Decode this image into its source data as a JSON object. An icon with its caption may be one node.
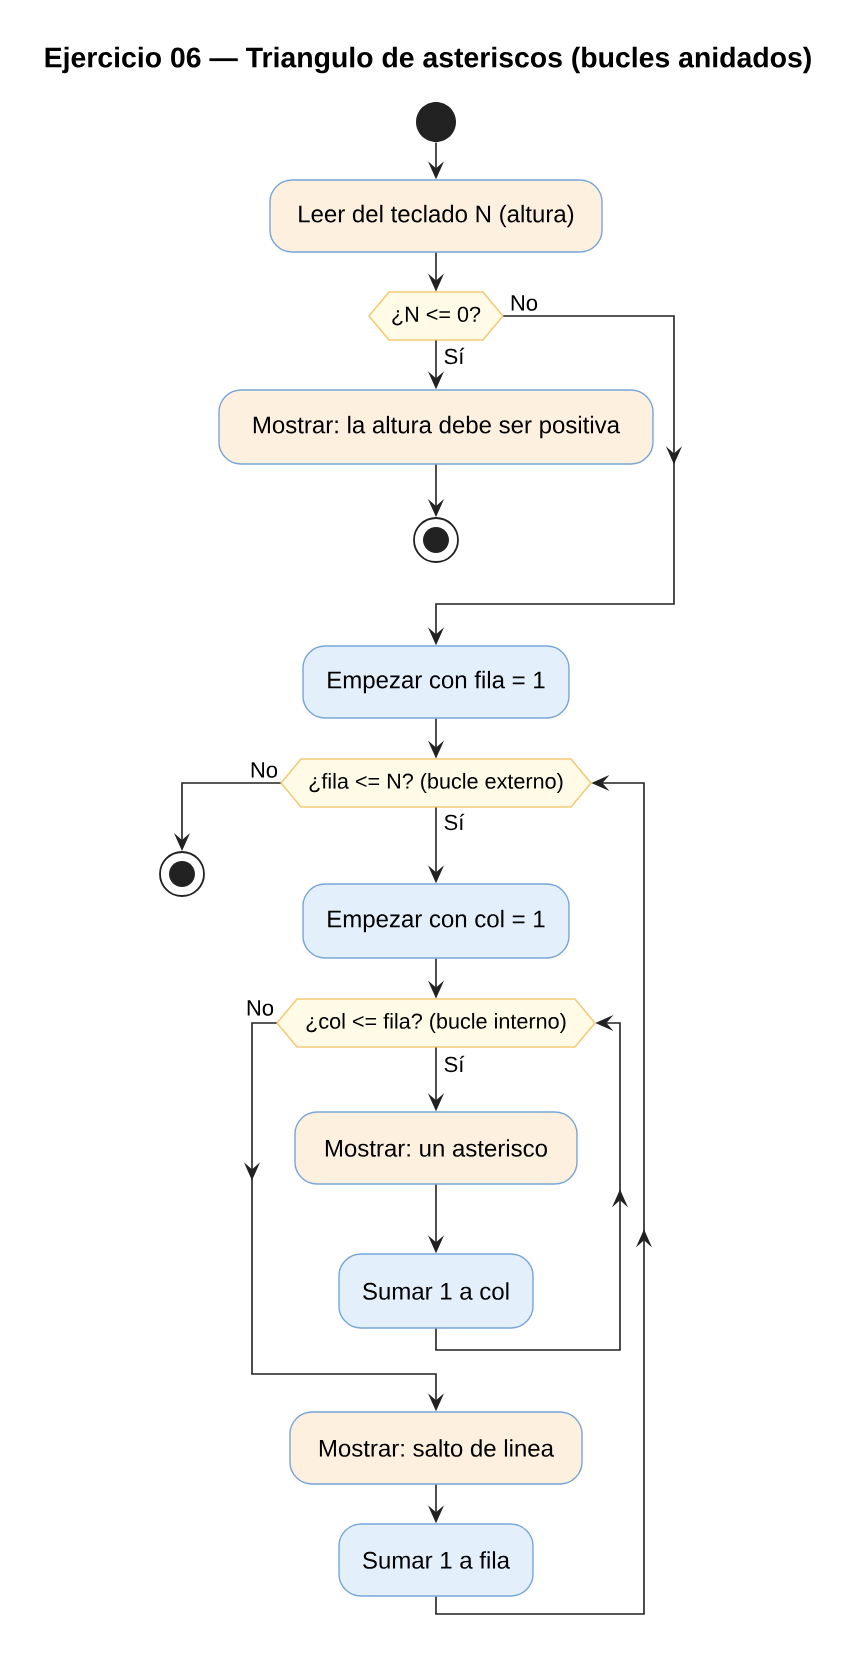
{
  "diagram": {
    "title": "Ejercicio 06 — Triangulo de asteriscos (bucles anidados)",
    "nodes": [
      {
        "text": [],
        "shape": "circle"
      },
      {
        "text": [
          "Leer del teclado N (altura)"
        ]
      },
      {
        "text": [
          "¿N <= 0?"
        ]
      },
      {
        "text": [
          "Mostrar: la altura debe ser positiva"
        ]
      },
      {
        "text": [],
        "shape": "circle"
      },
      {
        "text": [
          "Empezar con fila = 1"
        ]
      },
      {
        "text": [
          "¿fila <= N? (bucle externo)"
        ]
      },
      {
        "text": [],
        "shape": "circle"
      },
      {
        "text": [
          "Empezar con col = 1"
        ]
      },
      {
        "text": [
          "¿col <= fila? (bucle interno)"
        ]
      },
      {
        "text": [
          "Mostrar: un asterisco"
        ]
      },
      {
        "text": [
          "Sumar 1 a col"
        ]
      },
      {
        "text": [
          "Mostrar: salto de linea"
        ]
      },
      {
        "text": [
          "Sumar 1 a fila"
        ]
      }
    ],
    "edges": [
      {
        "from": 0,
        "to": 1,
        "arrow": "to"
      },
      {
        "from": 1,
        "to": 2,
        "arrow": "to"
      },
      {
        "from": 2,
        "to": 3,
        "arrow": "to",
        "label": "Sí"
      },
      {
        "from": 3,
        "to": 4,
        "arrow": "to"
      },
      {
        "from": 2,
        "to": 5,
        "arrow": "to",
        "label": "No"
      },
      {
        "from": 5,
        "to": 6,
        "arrow": "to"
      },
      {
        "from": 6,
        "to": 7,
        "arrow": "to",
        "label": "No"
      },
      {
        "from": 6,
        "to": 8,
        "arrow": "to",
        "label": "Sí"
      },
      {
        "from": 8,
        "to": 9,
        "arrow": "to"
      },
      {
        "from": 9,
        "to": 10,
        "arrow": "to",
        "label": "Sí"
      },
      {
        "from": 10,
        "to": 11,
        "arrow": "to"
      },
      {
        "from": 11,
        "to": 9,
        "arrow": "to"
      },
      {
        "from": 9,
        "to": 12,
        "arrow": "to",
        "label": "No"
      },
      {
        "from": 12,
        "to": 13,
        "arrow": "to"
      },
      {
        "from": 13,
        "to": 6,
        "arrow": "to"
      }
    ]
  }
}
